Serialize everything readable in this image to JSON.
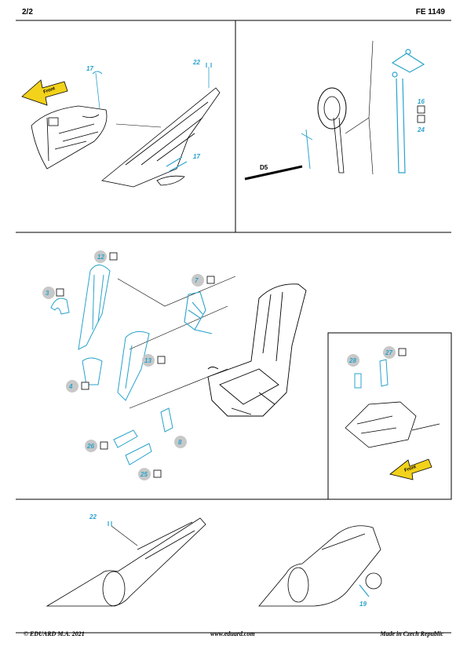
{
  "header": {
    "page": "2/2",
    "code": "FE 1149"
  },
  "footer": {
    "left": "© EDUARD  M.A. 2021",
    "center": "www.eduard.com",
    "right": "Made in Czech Republic"
  },
  "panel1": {
    "front": "Front",
    "p17a": "17",
    "p22": "22",
    "p17b": "17"
  },
  "panel2": {
    "p16": "16",
    "p24": "24",
    "d5": "D5"
  },
  "panel3": {
    "p12": "12",
    "p3": "3",
    "p7": "7",
    "p13": "13",
    "p4": "4",
    "p8": "8",
    "p26": "26",
    "p25": "25"
  },
  "panel4": {
    "p28": "28",
    "p27": "27",
    "front": "Front"
  },
  "panel5": {
    "p22": "22",
    "p19": "19"
  },
  "colors": {
    "photoetch": "#29a3cc",
    "callout_bg": "#c8c8c8",
    "arrow": "#f2d21a"
  }
}
